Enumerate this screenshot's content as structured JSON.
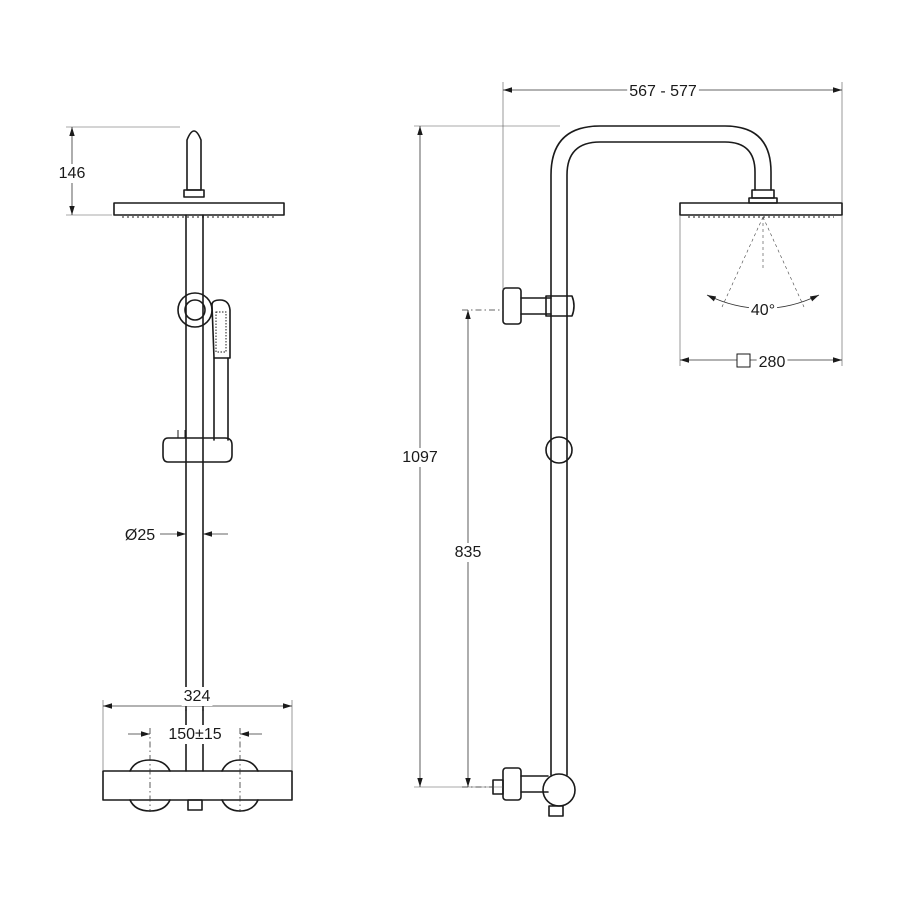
{
  "dimensions": {
    "head_height": "146",
    "tube_diameter": "Ø25",
    "mixer_width": "324",
    "inlet_spacing": "150±15",
    "total_height": "1097",
    "bracket_height": "835",
    "arm_projection": "567 - 577",
    "spray_angle": "40°",
    "head_size": "280"
  }
}
